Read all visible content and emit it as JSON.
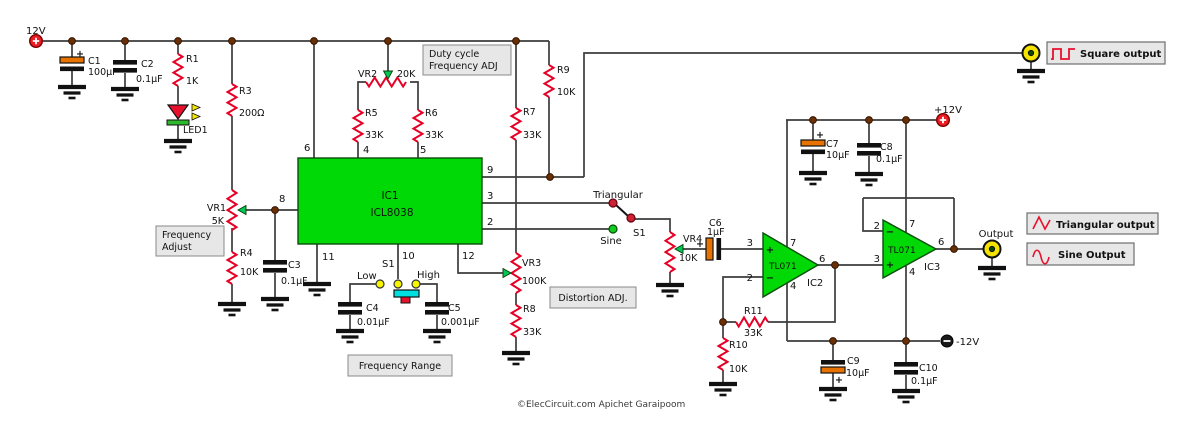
{
  "power_rails": {
    "v12": "12V",
    "p12": "+12V",
    "n12": "-12V"
  },
  "ics": {
    "ic1": {
      "ref": "IC1",
      "part": "ICL8038",
      "pins": {
        "p2": "2",
        "p3": "3",
        "p4": "4",
        "p5": "5",
        "p6": "6",
        "p8": "8",
        "p9": "9",
        "p10": "10",
        "p11": "11",
        "p12": "12"
      }
    },
    "ic2": {
      "ref": "IC2",
      "part": "TL071",
      "plus": "+",
      "minus": "−",
      "pins": {
        "p2": "2",
        "p3": "3",
        "p4": "4",
        "p6": "6",
        "p7": "7"
      }
    },
    "ic3": {
      "ref": "IC3",
      "part": "TL071",
      "plus": "+",
      "minus": "−",
      "pins": {
        "p2": "2",
        "p3": "3",
        "p4": "4",
        "p6": "6",
        "p7": "7"
      }
    }
  },
  "resistors": {
    "r1": {
      "ref": "R1",
      "val": "1K"
    },
    "r3": {
      "ref": "R3",
      "val": "200Ω"
    },
    "r4": {
      "ref": "R4",
      "val": "10K"
    },
    "r5": {
      "ref": "R5",
      "val": "33K"
    },
    "r6": {
      "ref": "R6",
      "val": "33K"
    },
    "r7": {
      "ref": "R7",
      "val": "33K"
    },
    "r8": {
      "ref": "R8",
      "val": "33K"
    },
    "r9": {
      "ref": "R9",
      "val": "10K"
    },
    "r10": {
      "ref": "R10",
      "val": "10K"
    },
    "r11": {
      "ref": "R11",
      "val": "33K"
    }
  },
  "pots": {
    "vr1": {
      "ref": "VR1",
      "val": "5K"
    },
    "vr2": {
      "ref": "VR2",
      "val": "20K"
    },
    "vr3": {
      "ref": "VR3",
      "val": "100K"
    },
    "vr4": {
      "ref": "VR4",
      "val": "10K"
    }
  },
  "capacitors": {
    "c1": {
      "ref": "C1",
      "val": "100µF",
      "pol": "+"
    },
    "c2": {
      "ref": "C2",
      "val": "0.1µF"
    },
    "c3": {
      "ref": "C3",
      "val": "0.1µF"
    },
    "c4": {
      "ref": "C4",
      "val": "0.01µF"
    },
    "c5": {
      "ref": "C5",
      "val": "0.001µF"
    },
    "c6": {
      "ref": "C6",
      "val": "1µF",
      "pol": "+"
    },
    "c7": {
      "ref": "C7",
      "val": "10µF",
      "pol": "+"
    },
    "c8": {
      "ref": "C8",
      "val": "0.1µF"
    },
    "c9": {
      "ref": "C9",
      "val": "10µF",
      "pol": "+"
    },
    "c10": {
      "ref": "C10",
      "val": "0.1µF"
    }
  },
  "led": {
    "ref": "LED1"
  },
  "switches": {
    "freq_range": {
      "ref": "S1",
      "low": "Low",
      "high": "High"
    },
    "wave_select": {
      "ref": "S1",
      "triangular": "Triangular",
      "sine": "Sine"
    }
  },
  "callouts": {
    "duty_line1": "Duty cycle",
    "duty_line2": "Frequency ADJ",
    "freq_adj_line1": "Frequency",
    "freq_adj_line2": "Adjust",
    "distortion": "Distortion ADJ.",
    "freq_range": "Frequency Range",
    "square_output": "Square output",
    "triangular_output": "Triangular output",
    "sine_output": "Sine Output",
    "output": "Output"
  },
  "credit": "©ElecCircuit.com Apichet Garaipoom",
  "colors": {
    "ic_green": "#00d905",
    "resistor_red": "#e60026",
    "wire": "#3c3c3c",
    "cap_orange": "#e87200",
    "accent_red": "#e8112d",
    "callout_bg": "#e7e7e7",
    "jack_yellow": "#f5e400",
    "slider_cyan": "#00e0e0",
    "led_green": "#2eb82e"
  }
}
